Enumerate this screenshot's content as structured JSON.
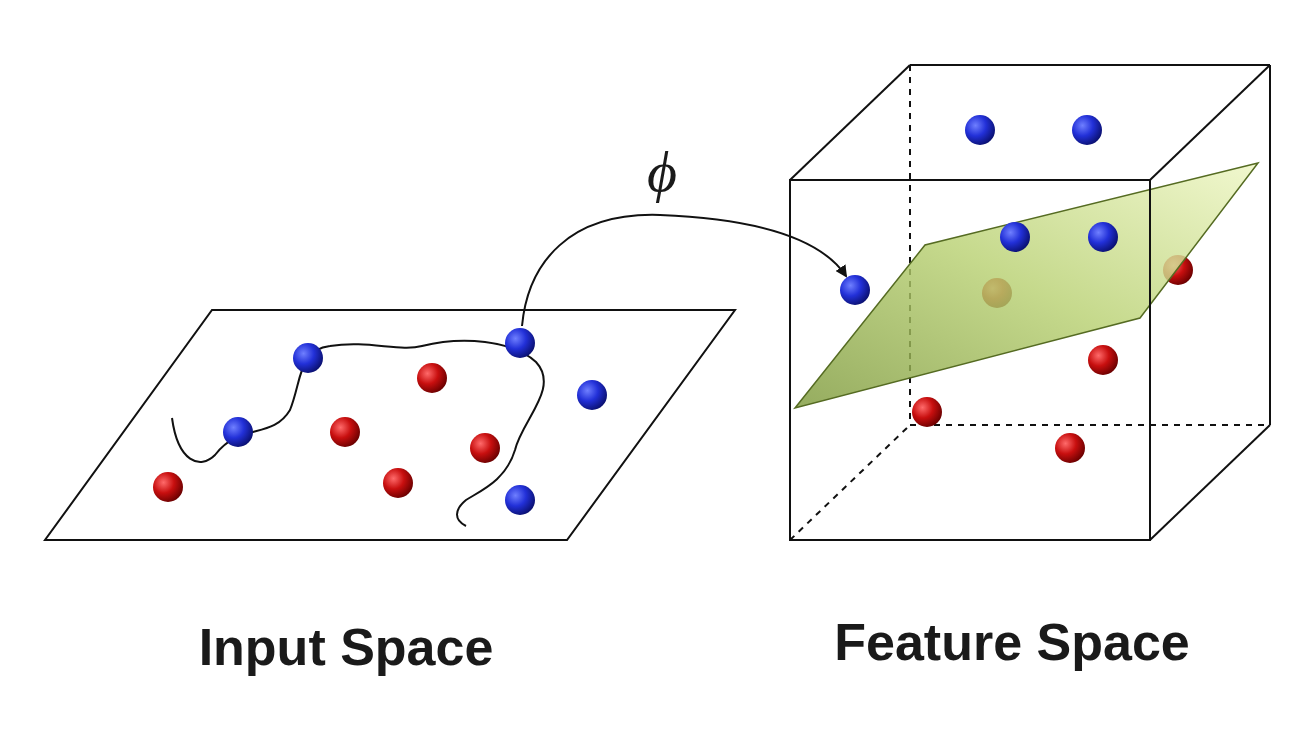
{
  "diagram": {
    "labels": [
      "ϕ",
      "Input Space",
      "Feature Space"
    ]
  }
}
